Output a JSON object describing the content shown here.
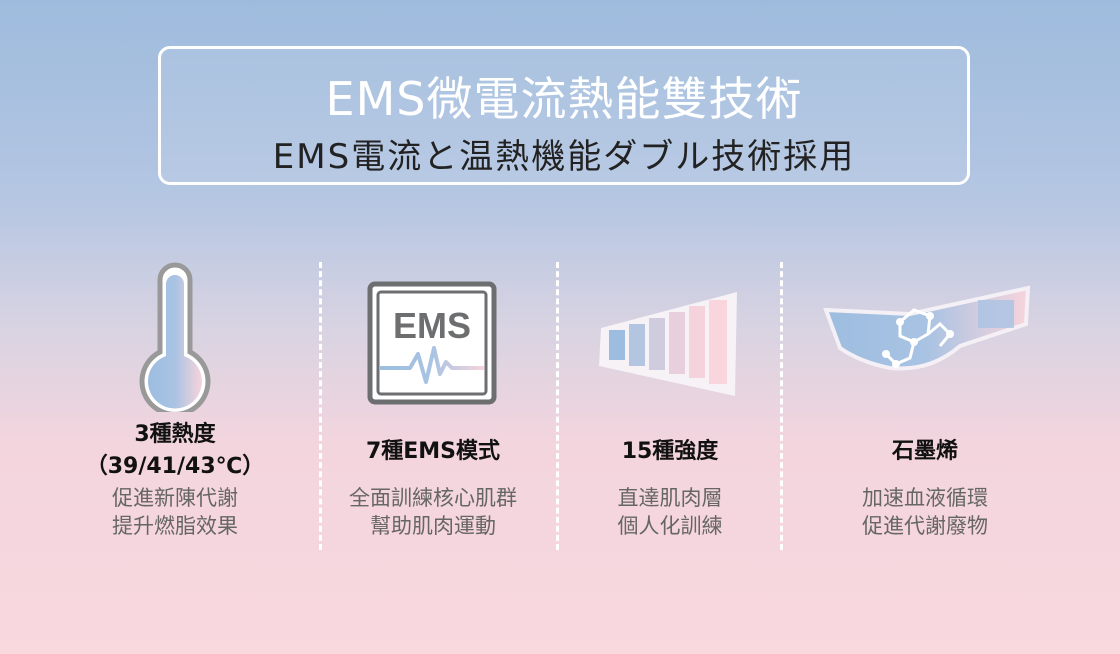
{
  "title": "EMS微電流熱能雙技術",
  "subtitle": "EMS電流と温熱機能ダブル技術採用",
  "features": [
    {
      "icon": "thermometer-icon",
      "heading": "3種熱度",
      "heading2": "（39/41/43℃）",
      "desc": [
        "促進新陳代謝",
        "提升燃脂效果"
      ]
    },
    {
      "icon": "ems-icon",
      "icon_text": "EMS",
      "heading": "7種EMS模式",
      "desc": [
        "全面訓練核心肌群",
        "幫助肌肉運動"
      ]
    },
    {
      "icon": "intensity-bars-icon",
      "heading": "15種強度",
      "desc": [
        "直達肌肉層",
        "個人化訓練"
      ]
    },
    {
      "icon": "graphene-pad-icon",
      "heading": "石墨烯",
      "desc": [
        "加速血液循環",
        "促進代謝廢物"
      ]
    }
  ],
  "colors": {
    "blue": "#9dbde0",
    "pink": "#f7d4dc",
    "gray": "#6d6e70"
  }
}
